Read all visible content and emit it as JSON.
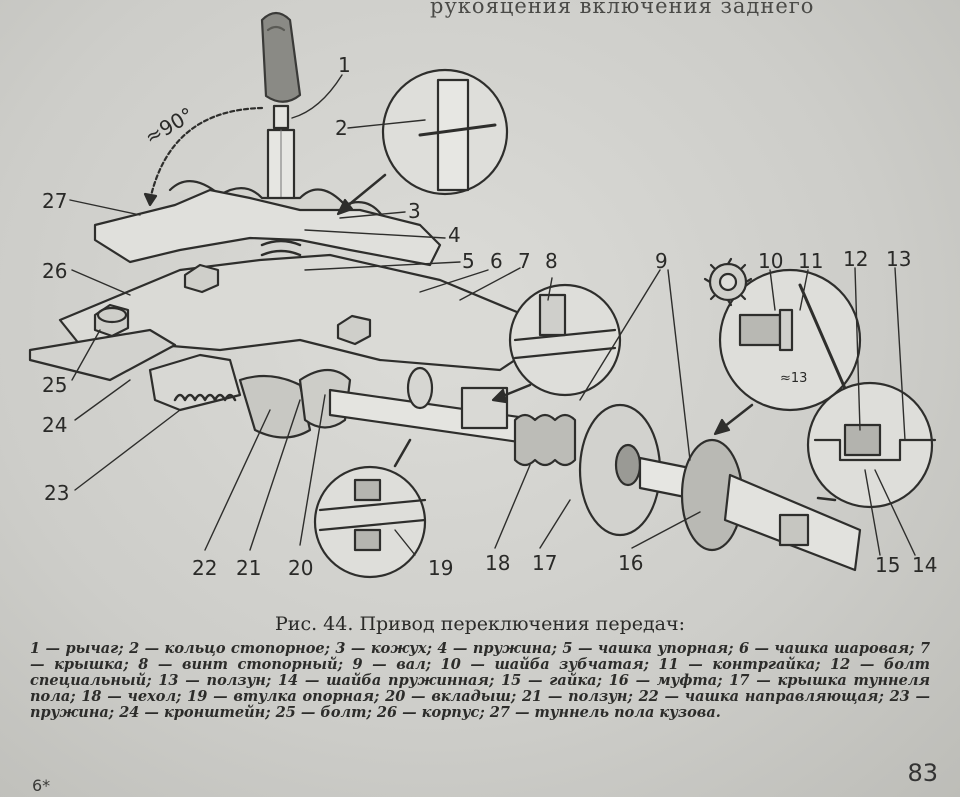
{
  "header_fragment": "рукояцения включения заднего",
  "figure": {
    "labels": {
      "1": "1",
      "2": "2",
      "3": "3",
      "4": "4",
      "5": "5",
      "6": "6",
      "7": "7",
      "8": "8",
      "9": "9",
      "10": "10",
      "11": "11",
      "12": "12",
      "13": "13",
      "14": "14",
      "15": "15",
      "16": "16",
      "17": "17",
      "18": "18",
      "19": "19",
      "20": "20",
      "21": "21",
      "22": "22",
      "23": "23",
      "24": "24",
      "25": "25",
      "26": "26",
      "27": "27"
    },
    "angle_label": "≈90°",
    "dimension_label": "≈13"
  },
  "caption": "Рис. 44. Привод переключения передач:",
  "legend": [
    "1 — рычаг;",
    "2 — кольцо стопорное;",
    "3 — кожух;",
    "4 — пружина;",
    "5 — чашка упорная;",
    "6 — чашка шаровая;",
    "7 — крышка;",
    "8 — винт стопорный;",
    "9 — вал;",
    "10 — шайба зубчатая;",
    "11 — контргайка;",
    "12 — болт специальный;",
    "13 — ползун;",
    "14 — шайба пружинная;",
    "15 — гайка;",
    "16 — муфта;",
    "17 — крышка туннеля пола;",
    "18 — чехол;",
    "19 — втулка опорная;",
    "20 — вкладыш;",
    "21 — ползун;",
    "22 — чашка направляющая;",
    "23 — пружина;",
    "24 — кронштейн;",
    "25 — болт;",
    "26 — корпус;",
    "27 — туннель пола кузова."
  ],
  "page_number": "83",
  "signature": "6*"
}
